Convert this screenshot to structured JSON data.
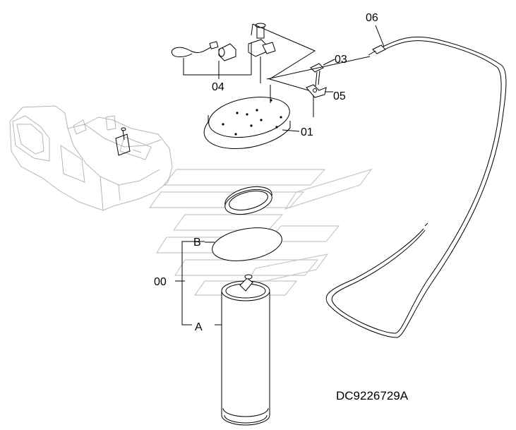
{
  "diagram": {
    "callouts": {
      "c00": "00",
      "c01": "01",
      "c03": "03",
      "c04": "04",
      "c05": "05",
      "c06": "06",
      "cA": "A",
      "cB": "B"
    },
    "drawing_code": "DC9226729A"
  },
  "colors": {
    "line": "#000000",
    "ghost": "#b5b5b5",
    "watermark": "#c8c8c8",
    "background": "#ffffff"
  }
}
